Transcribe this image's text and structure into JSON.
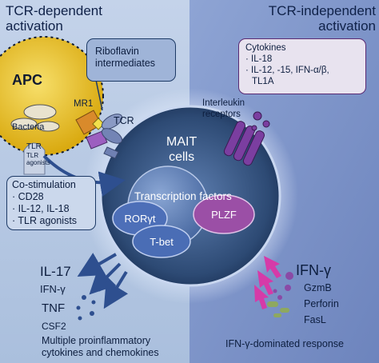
{
  "left_title": [
    "TCR-dependent",
    "activation"
  ],
  "right_title": [
    "TCR-independent",
    "activation"
  ],
  "apc": "APC",
  "mr1": "MR1",
  "tcr": "TCR",
  "bacteria": "Bacteria",
  "tlr": "TLR",
  "tlr_agonists": [
    "TLR",
    "agonists"
  ],
  "riboflavin": [
    "Riboflavin",
    "intermediates"
  ],
  "cytokines_box": {
    "title": "Cytokines",
    "lines": [
      "· IL-18",
      "· IL-12, -15, IFN-α/β,",
      "TL1A"
    ]
  },
  "interleukin_receptors": [
    "Interleukin",
    "receptors"
  ],
  "mait": [
    "MAIT",
    "cells"
  ],
  "transcription_factors": "Transcription factors",
  "tf": {
    "rorgt": "RORγt",
    "tbet": "T-bet",
    "plzf": "PLZF"
  },
  "costim_box": {
    "title": "Co-stimulation",
    "lines": [
      "· CD28",
      "· IL-12, IL-18",
      "· TLR agonists"
    ]
  },
  "left_outputs": {
    "il17": "IL-17",
    "ifng": "IFN-γ",
    "tnf": "TNF",
    "csf2": "CSF2"
  },
  "left_caption": [
    "Multiple proinflammatory",
    "cytokines and chemokines"
  ],
  "right_outputs": {
    "ifng": "IFN-γ",
    "gzmb": "GzmB",
    "perforin": "Perforin",
    "fasl": "FasL"
  },
  "right_caption": "IFN-γ-dominated response",
  "colors": {
    "left_bg": "#b4c6e0",
    "right_bg": "#7d93c7",
    "apc": "#e6bd1a",
    "cell": "#34547e",
    "arrow_blue": "#2e4f8f",
    "arrow_magenta": "#d63aa8",
    "receptor": "#7b3ea0",
    "rorgt": "#4d6fb8",
    "plzf": "#9b4fa6"
  }
}
